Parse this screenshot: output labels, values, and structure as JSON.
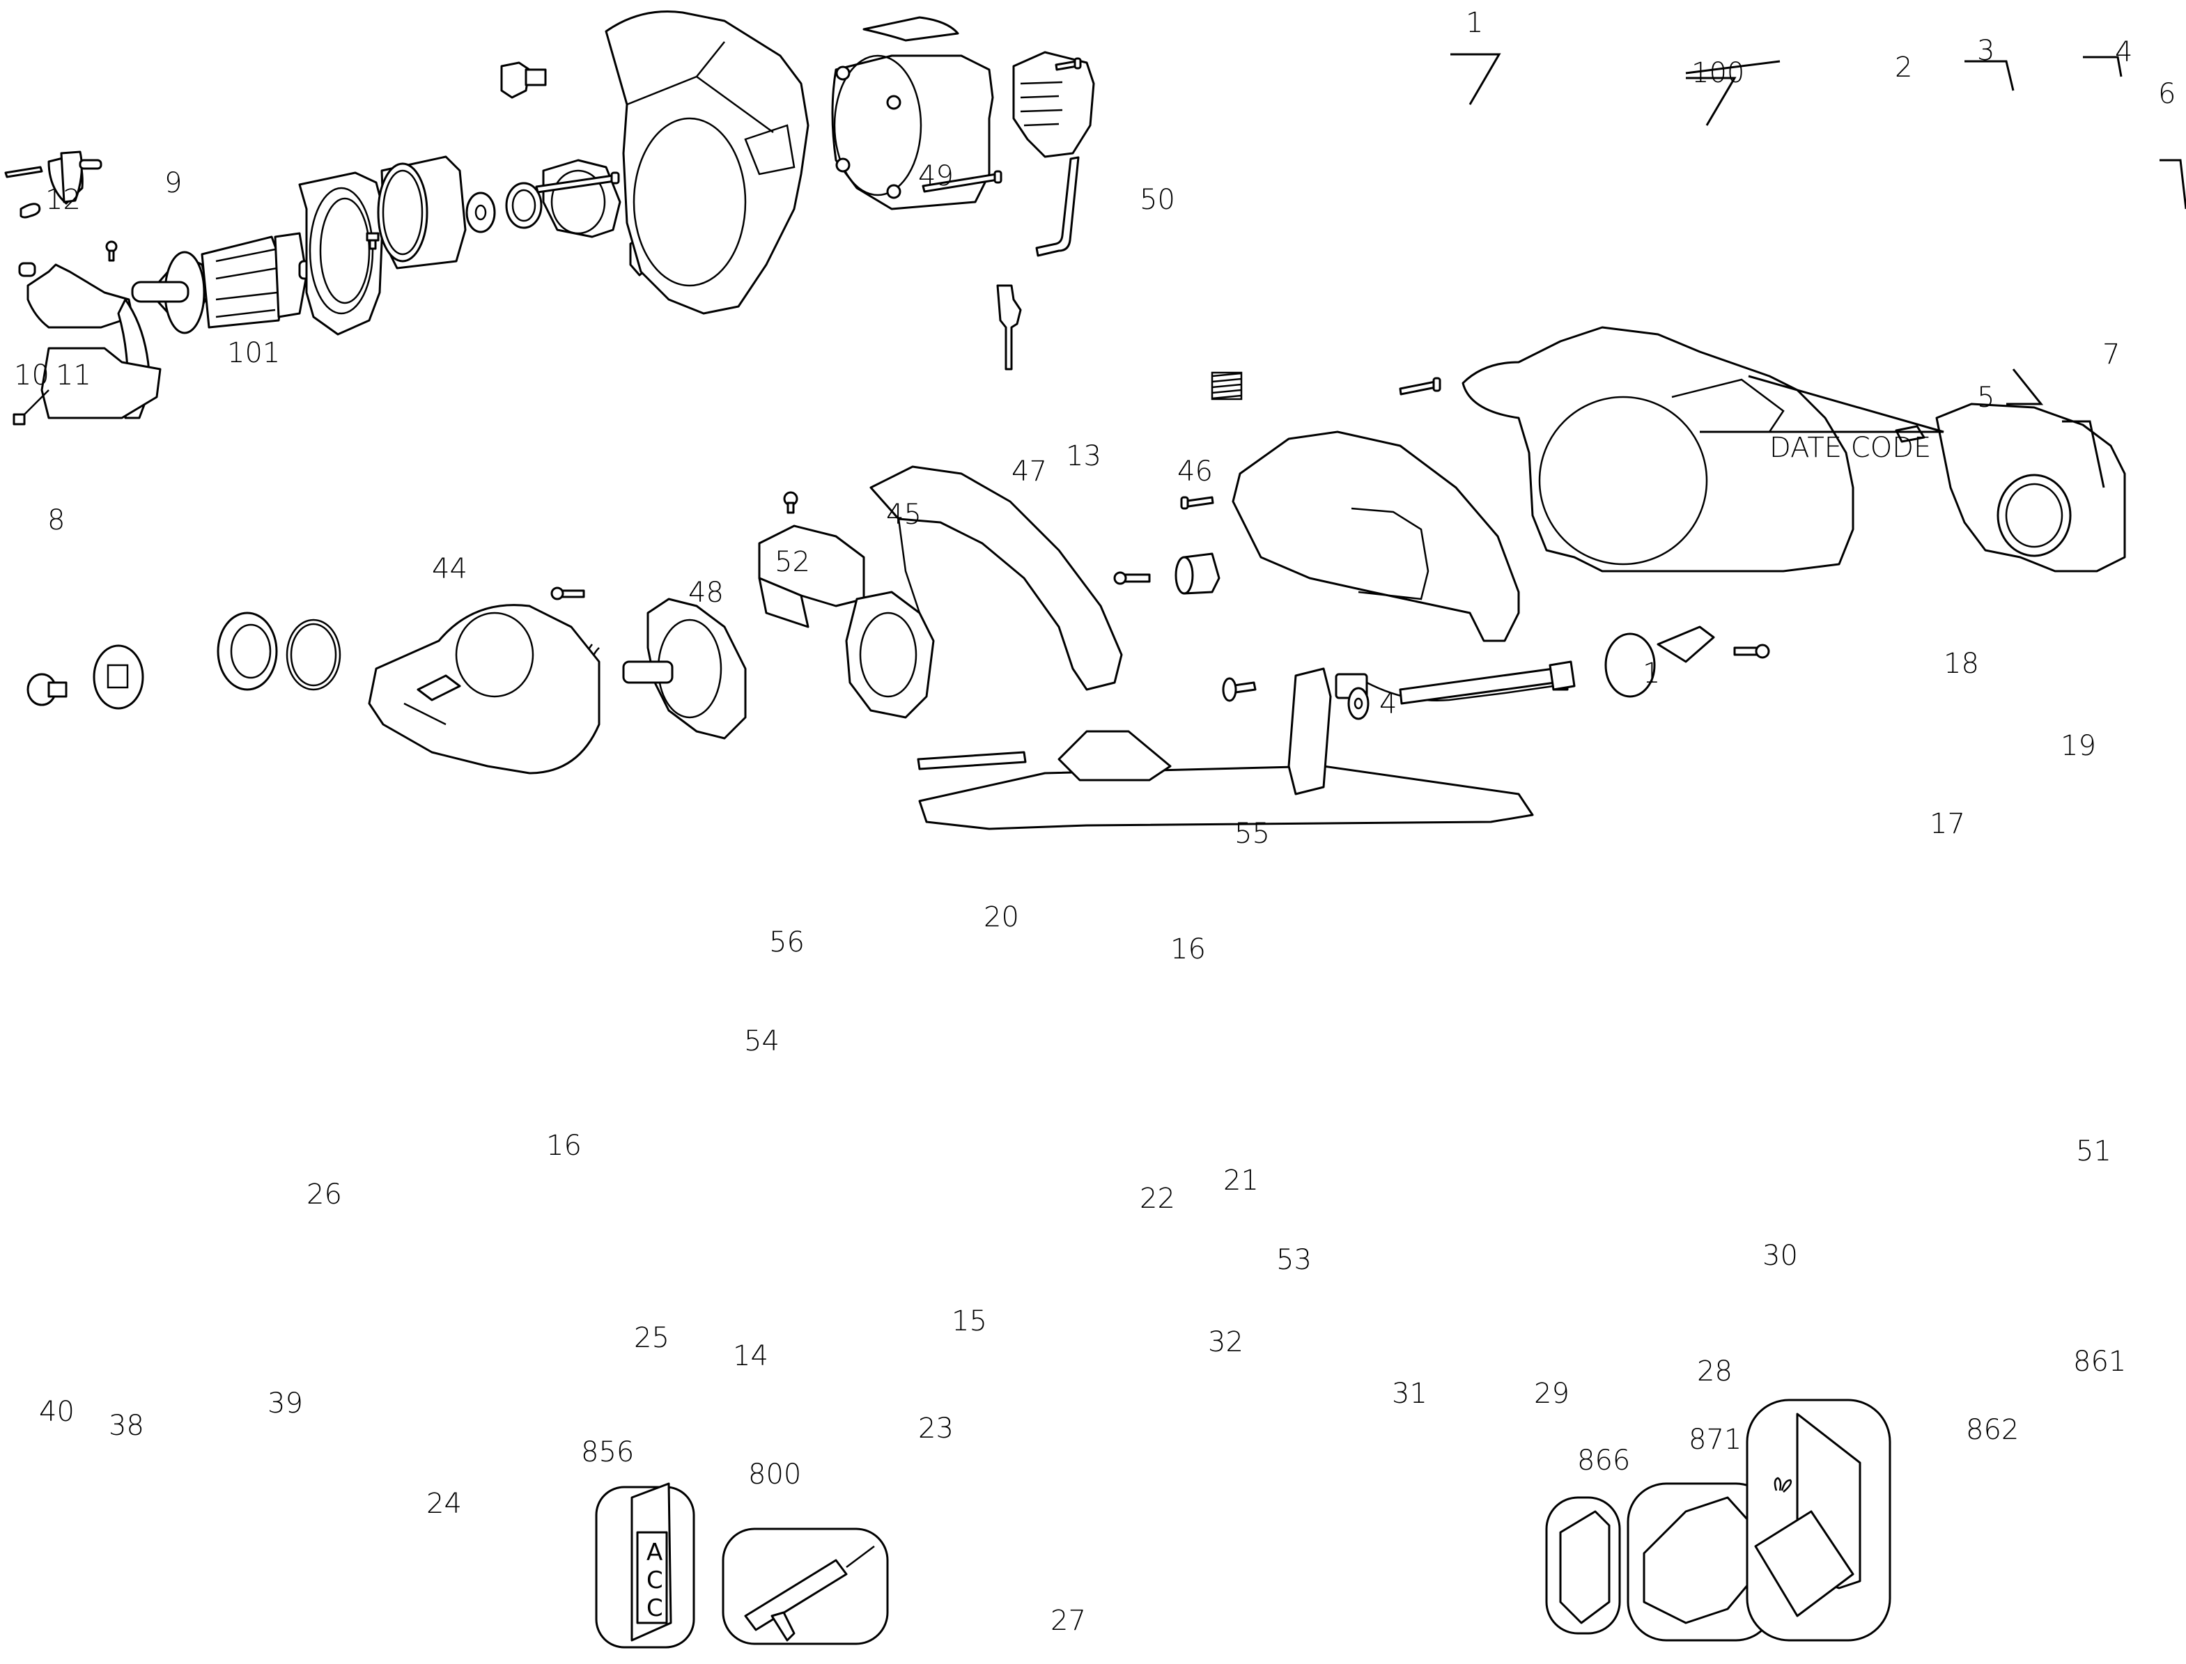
{
  "title": "Circular saw exploded parts diagram",
  "labels": {
    "p1a": "1",
    "p1b": "1",
    "p2": "2",
    "p3": "3",
    "p4a": "4",
    "p4b": "4",
    "p5": "5",
    "p6": "6",
    "p7": "7",
    "p8": "8",
    "p9": "9",
    "p10": "10",
    "p11": "11",
    "p12": "12",
    "p13": "13",
    "p14": "14",
    "p15": "15",
    "p16a": "16",
    "p16b": "16",
    "p17": "17",
    "p18": "18",
    "p19": "19",
    "p20": "20",
    "p21": "21",
    "p22": "22",
    "p23": "23",
    "p24": "24",
    "p25": "25",
    "p26": "26",
    "p27": "27",
    "p28": "28",
    "p29": "29",
    "p30": "30",
    "p31": "31",
    "p32": "32",
    "p38": "38",
    "p39": "39",
    "p40": "40",
    "p44": "44",
    "p45": "45",
    "p46": "46",
    "p47": "47",
    "p48": "48",
    "p49": "49",
    "p50": "50",
    "p51": "51",
    "p52": "52",
    "p53": "53",
    "p54": "54",
    "p55": "55",
    "p56": "56",
    "p100": "100",
    "p101": "101",
    "date_code": "DATE CODE",
    "p800": "800",
    "p856": "856",
    "p861": "861",
    "p862": "862",
    "p866": "866",
    "p871": "871"
  },
  "accessory_tag_text": [
    "A",
    "C",
    "C"
  ]
}
